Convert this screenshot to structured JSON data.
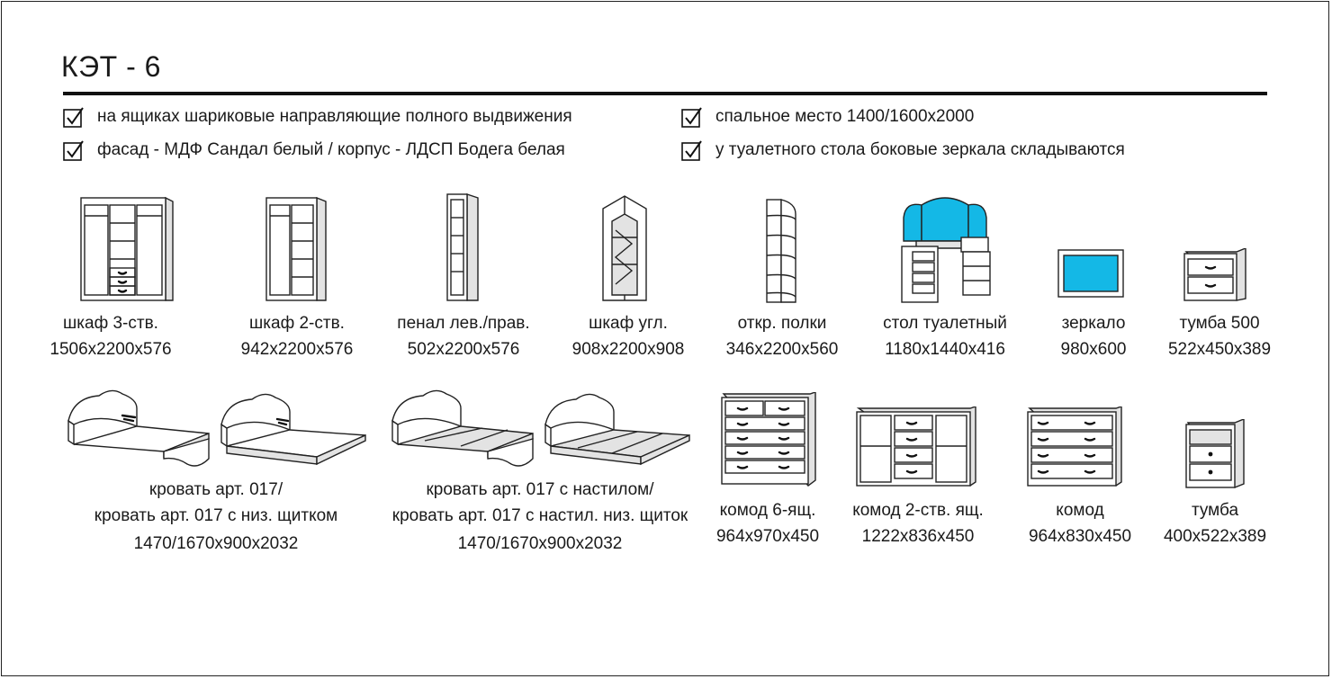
{
  "title": "КЭТ - 6",
  "features": [
    "на ящиках шариковые направляющие полного выдвижения",
    "фасад - МДФ Сандал белый / корпус - ЛДСП Бодега белая",
    "спальное место 1400/1600х2000",
    "у туалетного стола боковые зеркала складываются"
  ],
  "row1": [
    {
      "name": "шкаф 3-ств.",
      "dim": "1506х2200х576",
      "icon": "wardrobe-3-door-icon"
    },
    {
      "name": "шкаф 2-ств.",
      "dim": "942х2200х576",
      "icon": "wardrobe-2-door-icon"
    },
    {
      "name": "пенал  лев./прав.",
      "dim": "502х2200х576",
      "icon": "narrow-cabinet-icon"
    },
    {
      "name": "шкаф угл.",
      "dim": "908х2200х908",
      "icon": "corner-wardrobe-icon"
    },
    {
      "name": "откр. полки",
      "dim": "346х2200х560",
      "icon": "open-shelves-icon"
    },
    {
      "name": "стол туалетный",
      "dim": "1180х1440х416",
      "icon": "dressing-table-icon"
    },
    {
      "name": "зеркало",
      "dim": "980х600",
      "icon": "mirror-icon"
    },
    {
      "name": "тумба 500",
      "dim": "522х450х389",
      "icon": "nightstand-500-icon"
    }
  ],
  "row2": [
    {
      "name": "кровать арт. 017/",
      "name2": "кровать арт. 017 с низ. щитком",
      "dim": "1470/1670х900х2032",
      "icon": "bed-017-icon"
    },
    {
      "name": "кровать арт. 017 с настилом/",
      "name2": "кровать арт. 017 с настил. низ. щиток",
      "dim": "1470/1670х900х2032",
      "icon": "bed-017-slatted-icon"
    },
    {
      "name": "комод 6-ящ.",
      "dim": "964х970х450",
      "icon": "chest-6-drawer-icon"
    },
    {
      "name": "комод 2-ств. ящ.",
      "dim": "1222х836х450",
      "icon": "chest-2-door-icon"
    },
    {
      "name": "комод",
      "dim": "964х830х450",
      "icon": "chest-icon"
    },
    {
      "name": "тумба",
      "dim": "400х522х389",
      "icon": "nightstand-icon"
    }
  ],
  "colors": {
    "glass": "#14b8e6",
    "line": "#222222",
    "background": "#ffffff"
  }
}
